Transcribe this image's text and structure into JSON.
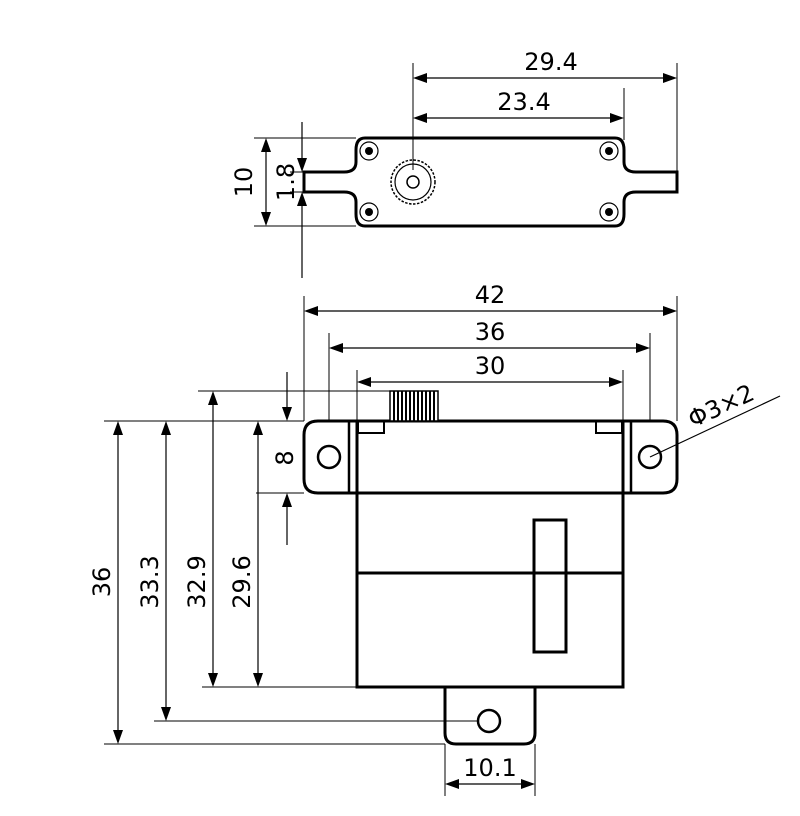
{
  "dimensions": {
    "top_overall_width": "29.4",
    "top_hole_spacing": "23.4",
    "top_height": "10",
    "top_flange_thickness": "1.8",
    "front_overall_width": "42",
    "front_hole_spacing": "36",
    "front_body_width": "30",
    "front_flange_height": "8",
    "mounting_holes": "Φ3×2",
    "height_36": "36",
    "height_33_3": "33.3",
    "height_32_9": "32.9",
    "height_29_6": "29.6",
    "bottom_tab_width": "10.1"
  }
}
